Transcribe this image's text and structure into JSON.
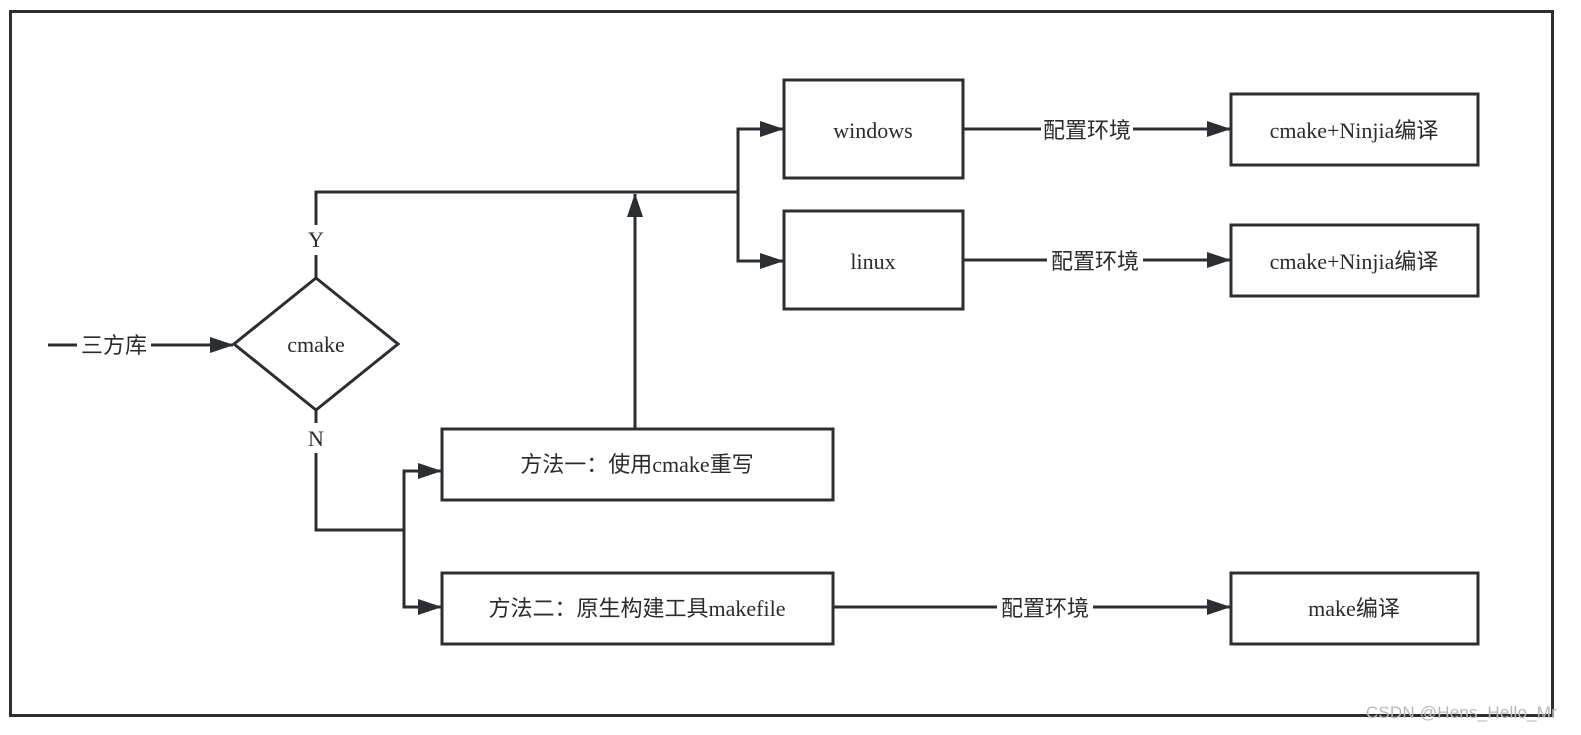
{
  "diagram": {
    "input_label": "三方库",
    "decision": "cmake",
    "yes_label": "Y",
    "no_label": "N",
    "windows": "windows",
    "linux": "linux",
    "method1": "方法一：使用cmake重写",
    "method2": "方法二：原生构建工具makefile",
    "config_env_1": "配置环境",
    "config_env_2": "配置环境",
    "config_env_3": "配置环境",
    "build_windows": "cmake+Ninjia编译",
    "build_linux": "cmake+Ninjia编译",
    "build_make": "make编译"
  },
  "watermark": "CSDN @Hens_Hello_Mr",
  "colors": {
    "stroke": "#2b2f33",
    "text": "#2b2b2b",
    "watermark": "#b8b8b8"
  }
}
